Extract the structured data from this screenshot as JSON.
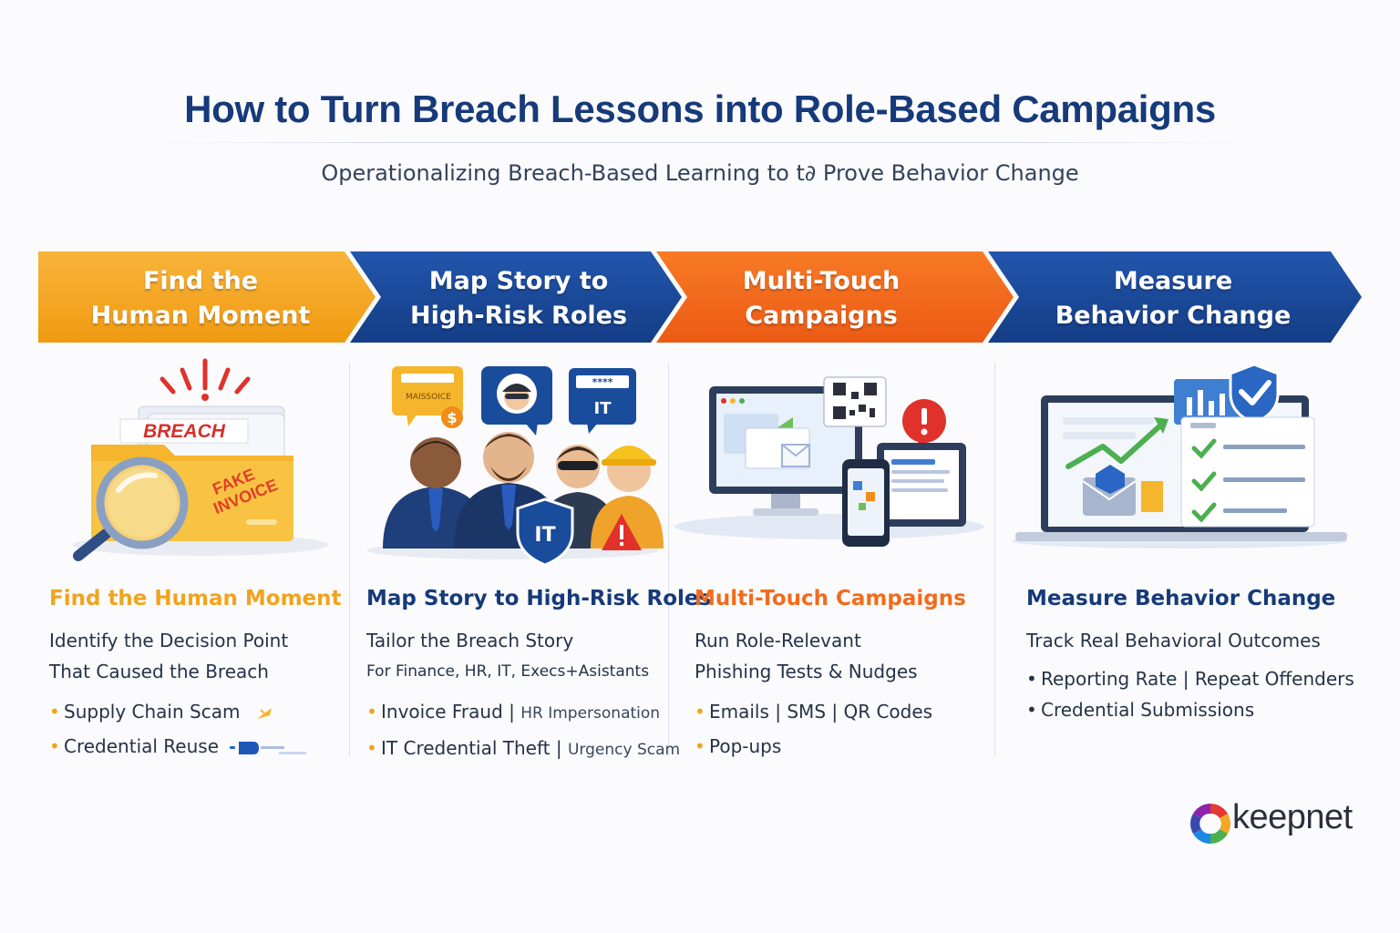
{
  "title": "How to Turn Breach Lessons into Role-Based Campaigns",
  "subtitle": "Operationalizing Breach-Based Learning to t∂ Prove Behavior Change",
  "colors": {
    "orange": "#f5a623",
    "blue": "#1a4c9c",
    "deep_orange": "#f26b1d",
    "navy": "#163a7a"
  },
  "steps": [
    {
      "arrow_line1": "Find the",
      "arrow_line2": "Human Moment",
      "heading": "Find the Human Moment",
      "desc_line1": "Identify the Decision Point",
      "desc_line2": "That Caused the Breach",
      "bullets": [
        {
          "text": "Supply Chain Scam",
          "icon": "sparkle-arrow-icon"
        },
        {
          "text": "Credential Reuse",
          "icon": "pointing-hand-icon"
        }
      ],
      "illustration": {
        "folder_label": "BREACH",
        "stamp": "FAKE INVOICE"
      }
    },
    {
      "arrow_line1": "Map Story to",
      "arrow_line2": "High-Risk Roles",
      "heading": "Map Story to High-Risk Roles",
      "desc_line1": "Tailor the Breach Story",
      "desc_line2": "For Finance, HR, IT, Execs+Asistants",
      "bullets": [
        {
          "main": "Invoice Fraud",
          "sep": "|",
          "extra": "HR Impersonation"
        },
        {
          "main": "IT Credential Theft",
          "sep": "|",
          "extra": "Urgency Scam"
        }
      ],
      "illustration": {
        "bubble_left": "MAISSOICE",
        "bubble_right": "IT",
        "stars": "****",
        "shield": "IT"
      }
    },
    {
      "arrow_line1": "Multi-Touch",
      "arrow_line2": "Campaigns",
      "heading": "Multi-Touch Campaigns",
      "desc_line1": "Run Role-Relevant",
      "desc_line2": "Phishing Tests & Nudges",
      "bullets": [
        {
          "text": "Emails | SMS | QR Codes"
        },
        {
          "text": "Pop-ups"
        }
      ]
    },
    {
      "arrow_line1": "Measure",
      "arrow_line2": "Behavior Change",
      "heading": "Measure Behavior Change",
      "desc_line1": "Track Real Behavioral Outcomes",
      "bullets": [
        {
          "text": "Reporting Rate | Repeat Offenders"
        },
        {
          "text": "Credential Submissions"
        }
      ]
    }
  ],
  "logo": {
    "text": "keepnet"
  }
}
